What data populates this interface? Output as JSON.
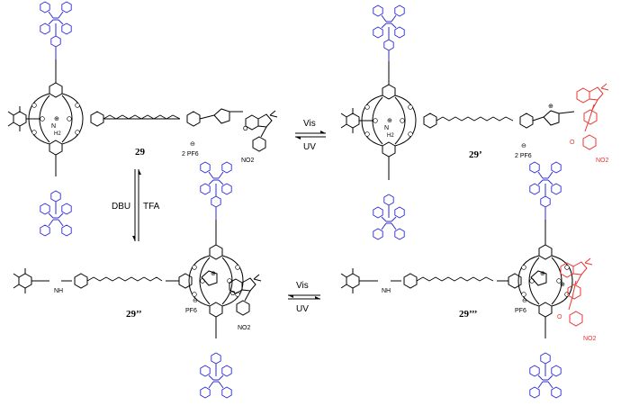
{
  "compounds": {
    "c1": "29",
    "c2": "29’",
    "c3": "29’’",
    "c4": "29’’’"
  },
  "conditions": {
    "top_forward": "Vis",
    "top_backward": "UV",
    "left_down": "DBU",
    "left_up": "TFA",
    "bottom_forward": "Vis",
    "bottom_backward": "UV"
  },
  "atom_labels": {
    "nitrogen": "N",
    "nh": "NH",
    "nh2": "H2",
    "oxygen": "O",
    "nitro": "NO2",
    "pf6": "PF6",
    "two_pf6": "2 PF6",
    "plus": "⊕",
    "minus": "⊖"
  },
  "colors": {
    "tetraphenylethylene": "#2b2bd9",
    "merocyanine": "#e8352f",
    "bonds": "#000000"
  }
}
